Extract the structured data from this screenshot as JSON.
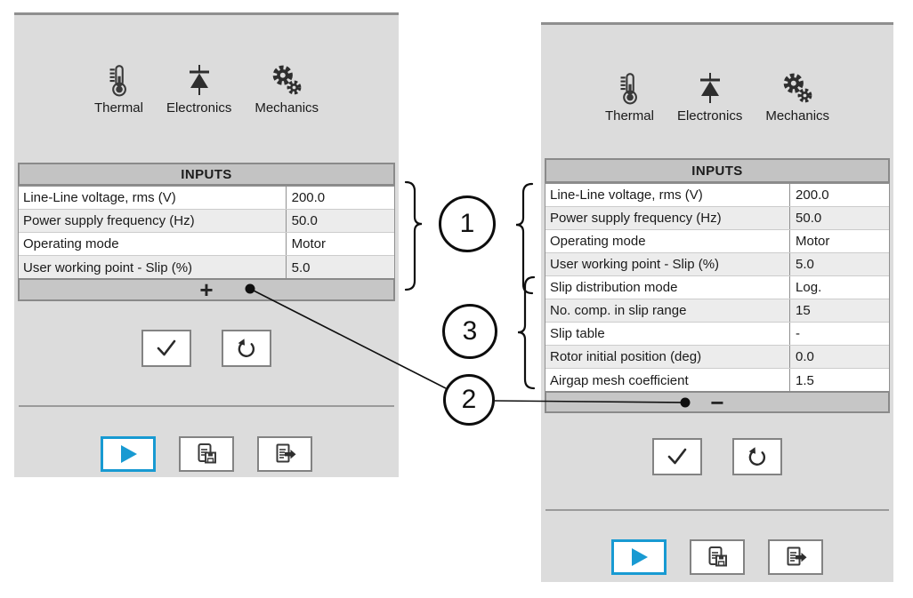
{
  "colors": {
    "accent_blue": "#189ad2",
    "panel_bg": "#dcdcdc",
    "header_bg": "#c3c3c3",
    "icon_dark": "#333333"
  },
  "callouts": {
    "one": "1",
    "two": "2",
    "three": "3"
  },
  "panel_left": {
    "modules": [
      {
        "icon": "thermometer-icon",
        "label": "Thermal"
      },
      {
        "icon": "diode-icon",
        "label": "Electronics"
      },
      {
        "icon": "gears-icon",
        "label": "Mechanics"
      }
    ],
    "inputs_header": "INPUTS",
    "rows": [
      {
        "label": "Line-Line voltage, rms (V)",
        "value": "200.0"
      },
      {
        "label": "Power supply frequency (Hz)",
        "value": "50.0"
      },
      {
        "label": "Operating mode",
        "value": "Motor"
      },
      {
        "label": "User working point - Slip (%)",
        "value": "5.0"
      }
    ],
    "expand_symbol": "+"
  },
  "panel_right": {
    "modules": [
      {
        "icon": "thermometer-icon",
        "label": "Thermal"
      },
      {
        "icon": "diode-icon",
        "label": "Electronics"
      },
      {
        "icon": "gears-icon",
        "label": "Mechanics"
      }
    ],
    "inputs_header": "INPUTS",
    "rows": [
      {
        "label": "Line-Line voltage, rms (V)",
        "value": "200.0"
      },
      {
        "label": "Power supply frequency (Hz)",
        "value": "50.0"
      },
      {
        "label": "Operating mode",
        "value": "Motor"
      },
      {
        "label": "User working point - Slip (%)",
        "value": "5.0"
      },
      {
        "label": "Slip distribution mode",
        "value": "Log."
      },
      {
        "label": "No. comp. in slip range",
        "value": "15"
      },
      {
        "label": "Slip table",
        "value": "-"
      },
      {
        "label": "Rotor initial position (deg)",
        "value": "0.0"
      },
      {
        "label": "Airgap mesh coefficient",
        "value": "1.5"
      }
    ],
    "collapse_symbol": "−"
  },
  "icon_buttons": {
    "confirm": "check-icon",
    "reset": "undo-arrow-icon",
    "run": "play-icon",
    "report": "save-report-icon",
    "export": "export-icon",
    "expand": "plus-icon",
    "collapse": "minus-icon"
  }
}
